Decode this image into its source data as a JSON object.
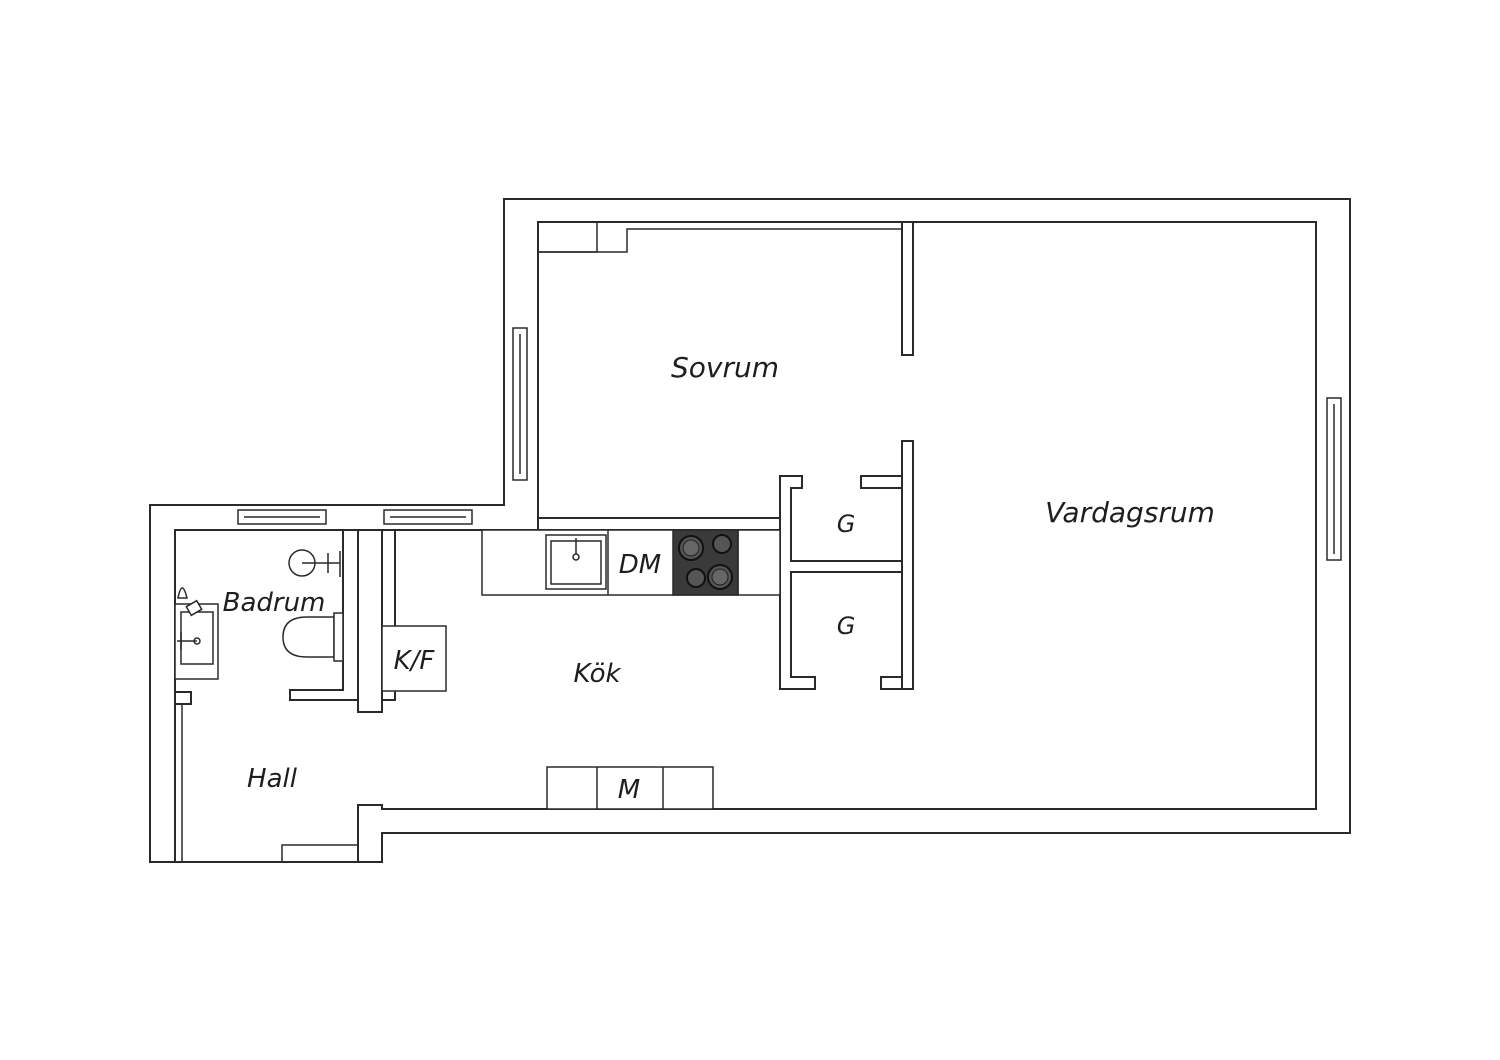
{
  "plan": {
    "rooms": {
      "sovrum": "Sovrum",
      "vardagsrum": "Vardagsrum",
      "badrum": "Badrum",
      "kok": "Kök",
      "hall": "Hall"
    },
    "fixtures": {
      "dishwasher": "DM",
      "fridge_freezer": "K/F",
      "wardrobe_1": "G",
      "wardrobe_2": "G",
      "microwave": "M"
    }
  },
  "colors": {
    "line": "#2a2a2a",
    "background": "#ffffff",
    "stove_top": "#3a3a3a"
  }
}
